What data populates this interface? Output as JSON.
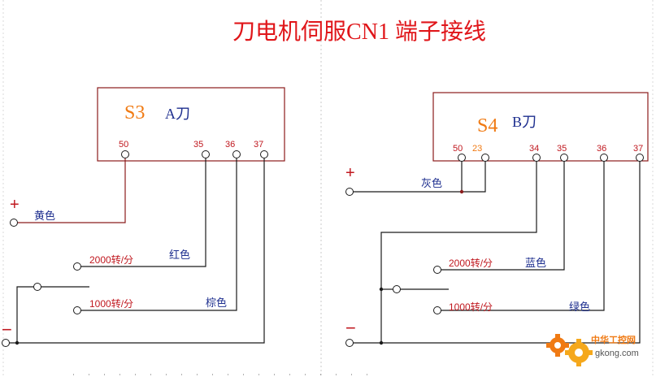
{
  "title": "刀电机伺服CN1 端子接线",
  "colors": {
    "title": "#e0161a",
    "box": "#8b1c1c",
    "wire": "#1a1a1a",
    "label_red": "#c0181f",
    "label_blue": "#1e2f8f",
    "label_orange": "#f07a13",
    "accent_dash": "#b8b8b8"
  },
  "panel_a": {
    "name": "S3",
    "blade": "A刀",
    "pins": [
      "50",
      "35",
      "36",
      "37"
    ],
    "plus": "+",
    "minus": "−",
    "color_yellow": "黄色",
    "speed_2000": "2000转/分",
    "color_red": "红色",
    "speed_1000": "1000转/分",
    "color_brown": "棕色"
  },
  "panel_b": {
    "name": "S4",
    "blade": "B刀",
    "pins": [
      "50",
      "23",
      "34",
      "35",
      "36",
      "37"
    ],
    "plus": "+",
    "minus": "−",
    "color_gray": "灰色",
    "speed_2000": "2000转/分",
    "color_blue": "蓝色",
    "speed_1000": "1000转/分",
    "color_green": "绿色"
  },
  "watermark": {
    "line1": "中华工控网",
    "line2": "gkong.com"
  }
}
